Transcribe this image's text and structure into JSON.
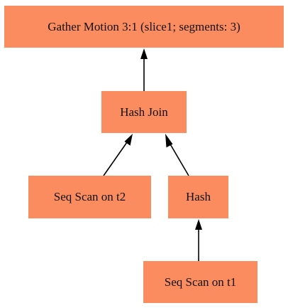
{
  "colors": {
    "node_fill": "#fa8c60",
    "edge": "#000000"
  },
  "nodes": {
    "gather": {
      "label": "Gather Motion 3:1 (slice1; segments: 3)"
    },
    "hash_join": {
      "label": "Hash Join"
    },
    "seq_scan_t2": {
      "label": "Seq Scan on t2"
    },
    "hash": {
      "label": "Hash"
    },
    "seq_scan_t1": {
      "label": "Seq Scan on t1"
    }
  },
  "edges": [
    {
      "from": "seq_scan_t2",
      "to": "hash_join"
    },
    {
      "from": "hash",
      "to": "hash_join"
    },
    {
      "from": "seq_scan_t1",
      "to": "hash"
    },
    {
      "from": "hash_join",
      "to": "gather"
    }
  ]
}
